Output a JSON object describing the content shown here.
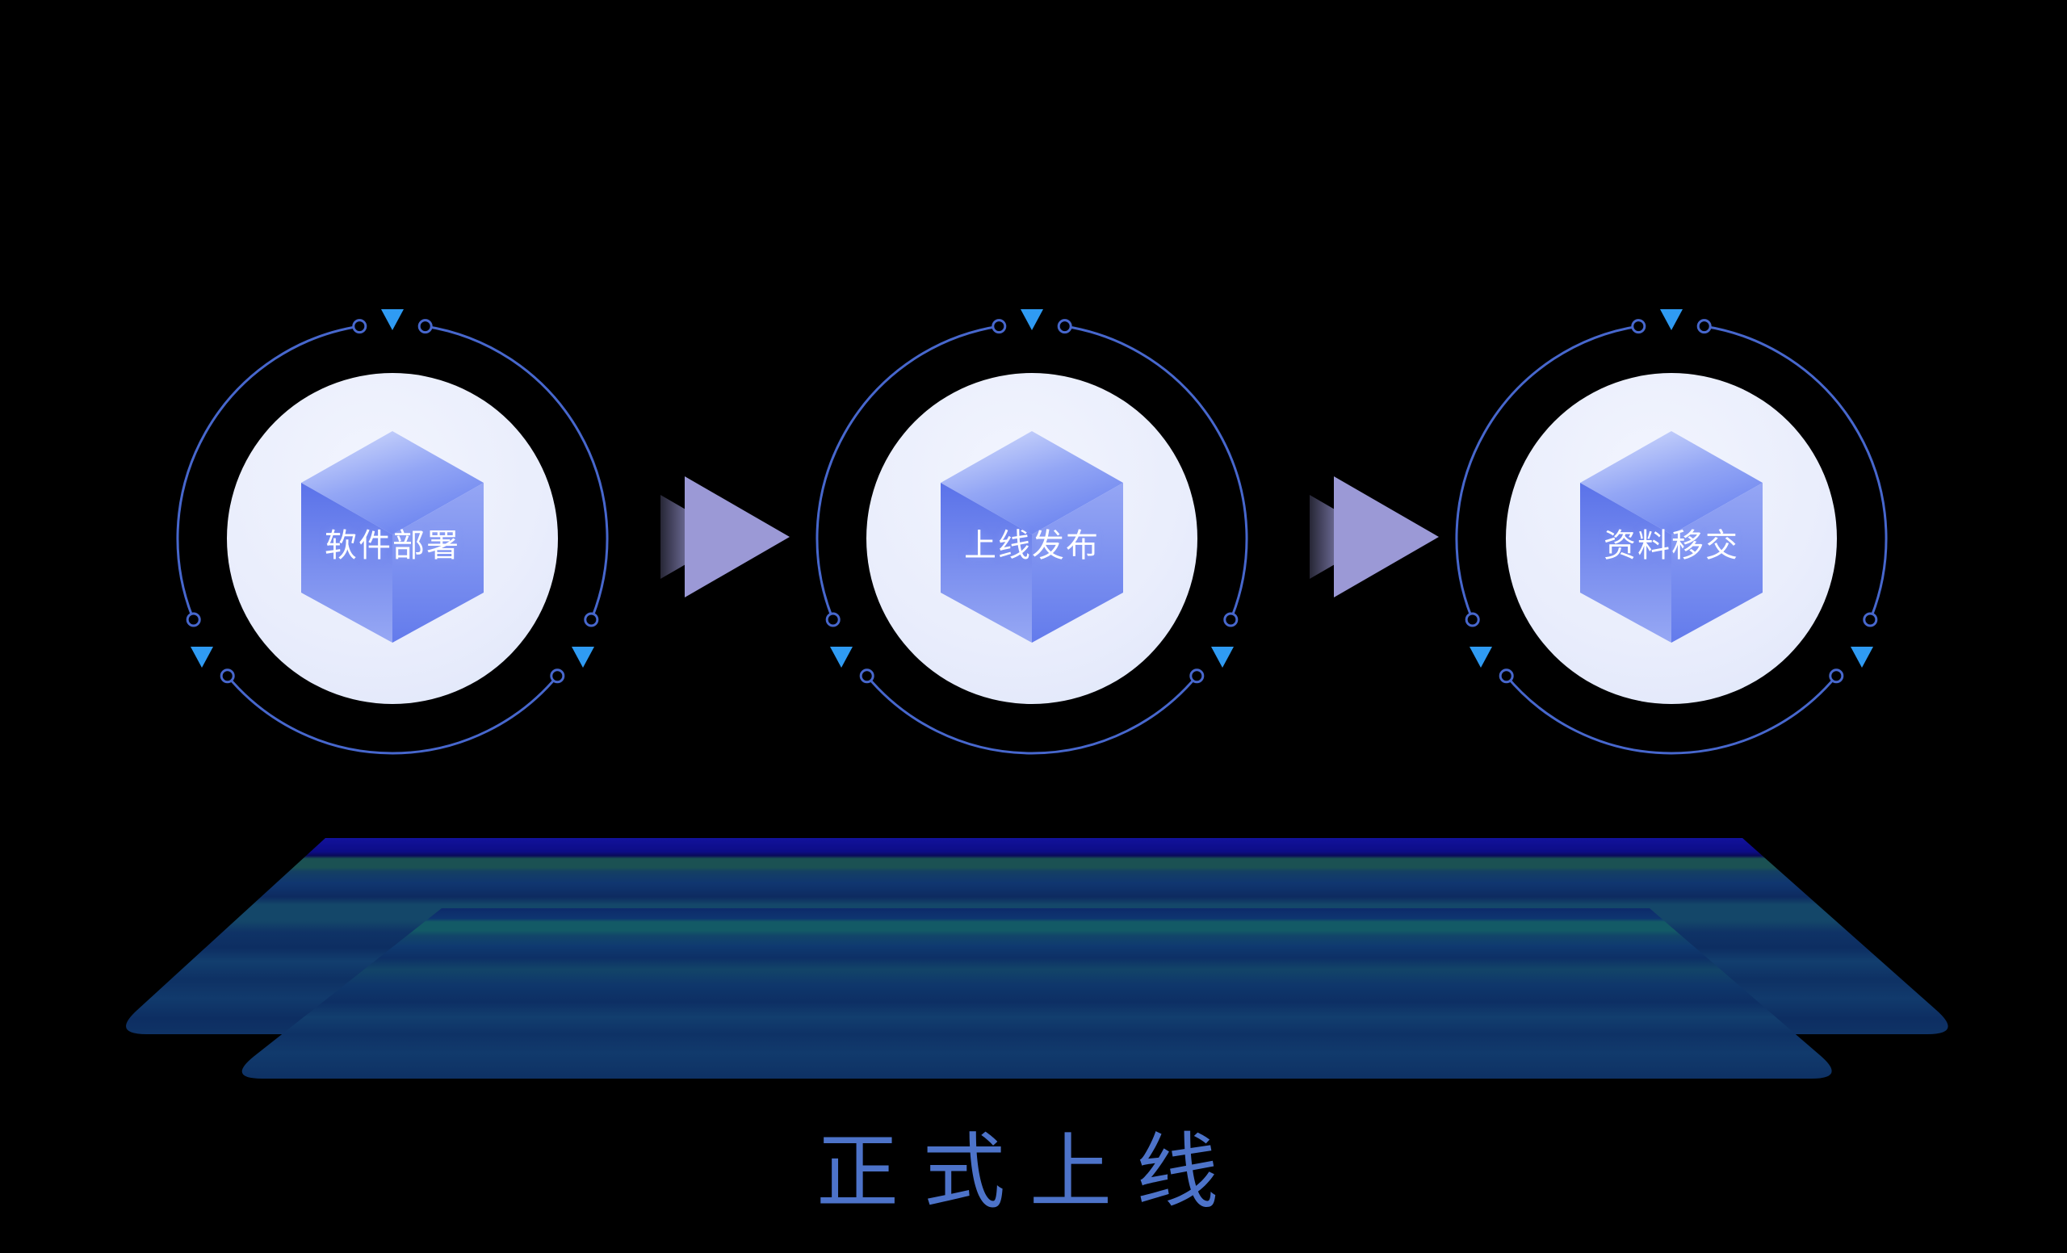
{
  "diagram": {
    "title": "正式上线",
    "steps": [
      {
        "label": "软件部署"
      },
      {
        "label": "上线发布"
      },
      {
        "label": "资料移交"
      }
    ],
    "colors": {
      "background": "#000000",
      "ring": "#4767cd",
      "marker": "#2f9bf3",
      "arrow": "#9b99d6",
      "inner_circle": "#e7ecfc",
      "cube_top": "#d9e1fd",
      "cube_left": "#5a72e9",
      "cube_right": "#95a6f4",
      "platform_navy": "#0e3168",
      "platform_indigo": "#12129c",
      "platform_teal": "#1b5153",
      "title_color": "#4d73c9",
      "label_color": "#ffffff"
    }
  }
}
